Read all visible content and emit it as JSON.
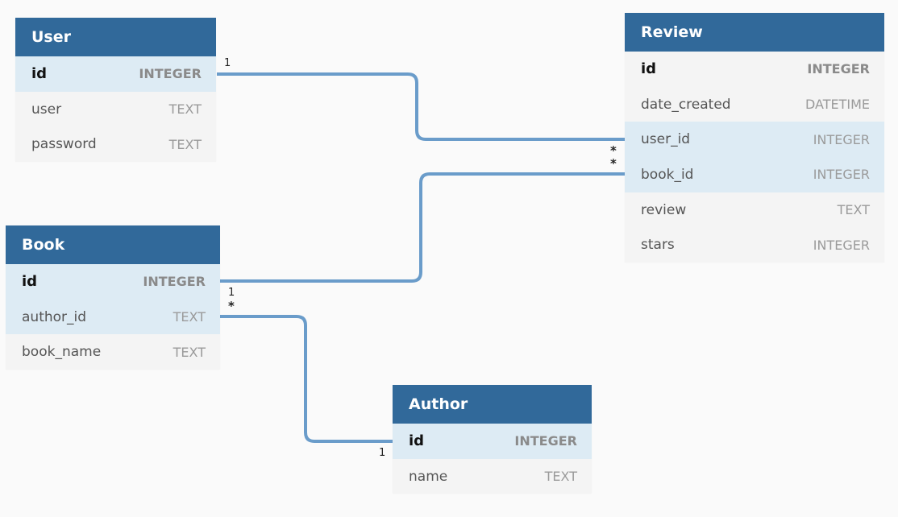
{
  "colors": {
    "header": "#31699a",
    "connector": "#6a9cca",
    "row": "#f4f4f4",
    "row_highlight": "#ddebf4"
  },
  "tables": {
    "user": {
      "name": "User",
      "fields": [
        {
          "name": "id",
          "type": "INTEGER"
        },
        {
          "name": "user",
          "type": "TEXT"
        },
        {
          "name": "password",
          "type": "TEXT"
        }
      ]
    },
    "review": {
      "name": "Review",
      "fields": [
        {
          "name": "id",
          "type": "INTEGER"
        },
        {
          "name": "date_created",
          "type": "DATETIME"
        },
        {
          "name": "user_id",
          "type": "INTEGER"
        },
        {
          "name": "book_id",
          "type": "INTEGER"
        },
        {
          "name": "review",
          "type": "TEXT"
        },
        {
          "name": "stars",
          "type": "INTEGER"
        }
      ]
    },
    "book": {
      "name": "Book",
      "fields": [
        {
          "name": "id",
          "type": "INTEGER"
        },
        {
          "name": "author_id",
          "type": "TEXT"
        },
        {
          "name": "book_name",
          "type": "TEXT"
        }
      ]
    },
    "author": {
      "name": "Author",
      "fields": [
        {
          "name": "id",
          "type": "INTEGER"
        },
        {
          "name": "name",
          "type": "TEXT"
        }
      ]
    }
  },
  "relations": {
    "user_review": {
      "one": "1",
      "many": "*"
    },
    "book_review": {
      "one": "1",
      "many": "*"
    },
    "author_book": {
      "one": "1",
      "many": "*"
    }
  }
}
